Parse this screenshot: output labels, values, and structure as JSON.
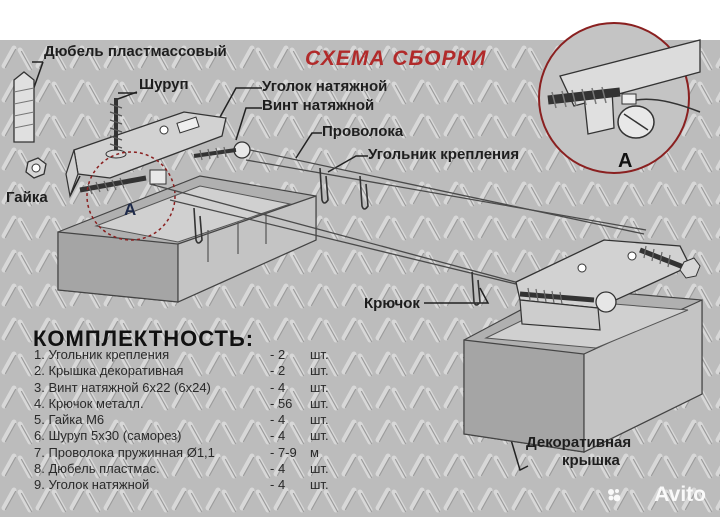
{
  "title": "СХЕМА СБОРКИ",
  "callout_letter": "А",
  "labels": {
    "dowel": "Дюбель пластмассовый",
    "screw": "Шуруп",
    "tension_corner": "Уголок натяжной",
    "tension_screw": "Винт натяжной",
    "wire": "Проволока",
    "mount_corner": "Угольник крепления",
    "nut": "Гайка",
    "hook": "Крючок",
    "cover_line1": "Декоративная",
    "cover_line2": "крышка"
  },
  "kit": {
    "heading": "КОМПЛЕКТНОСТЬ:",
    "items": [
      {
        "name": "1. Угольник крепления",
        "qty": "- 2",
        "unit": "шт."
      },
      {
        "name": "2. Крышка декоративная",
        "qty": "- 2",
        "unit": "шт."
      },
      {
        "name": "3. Винт натяжной 6х22 (6х24)",
        "qty": "- 4",
        "unit": "шт."
      },
      {
        "name": "4. Крючок металл.",
        "qty": "- 56",
        "unit": "шт."
      },
      {
        "name": "5. Гайка М6",
        "qty": "- 4",
        "unit": "шт."
      },
      {
        "name": "6. Шуруп 5х30 (саморез)",
        "qty": "- 4",
        "unit": "шт."
      },
      {
        "name": "7. Проволока пружинная Ø1,1",
        "qty": "- 7-9",
        "unit": "м"
      },
      {
        "name": "8. Дюбель пластмас.",
        "qty": "- 4",
        "unit": "шт."
      },
      {
        "name": "9. Уголок натяжной",
        "qty": "- 4",
        "unit": "шт."
      }
    ]
  },
  "watermark": "Avito",
  "colors": {
    "plate": "#bdbdbd",
    "title": "#b12a2a",
    "ink": "#1e1e1e",
    "callout": "#8a2020"
  }
}
